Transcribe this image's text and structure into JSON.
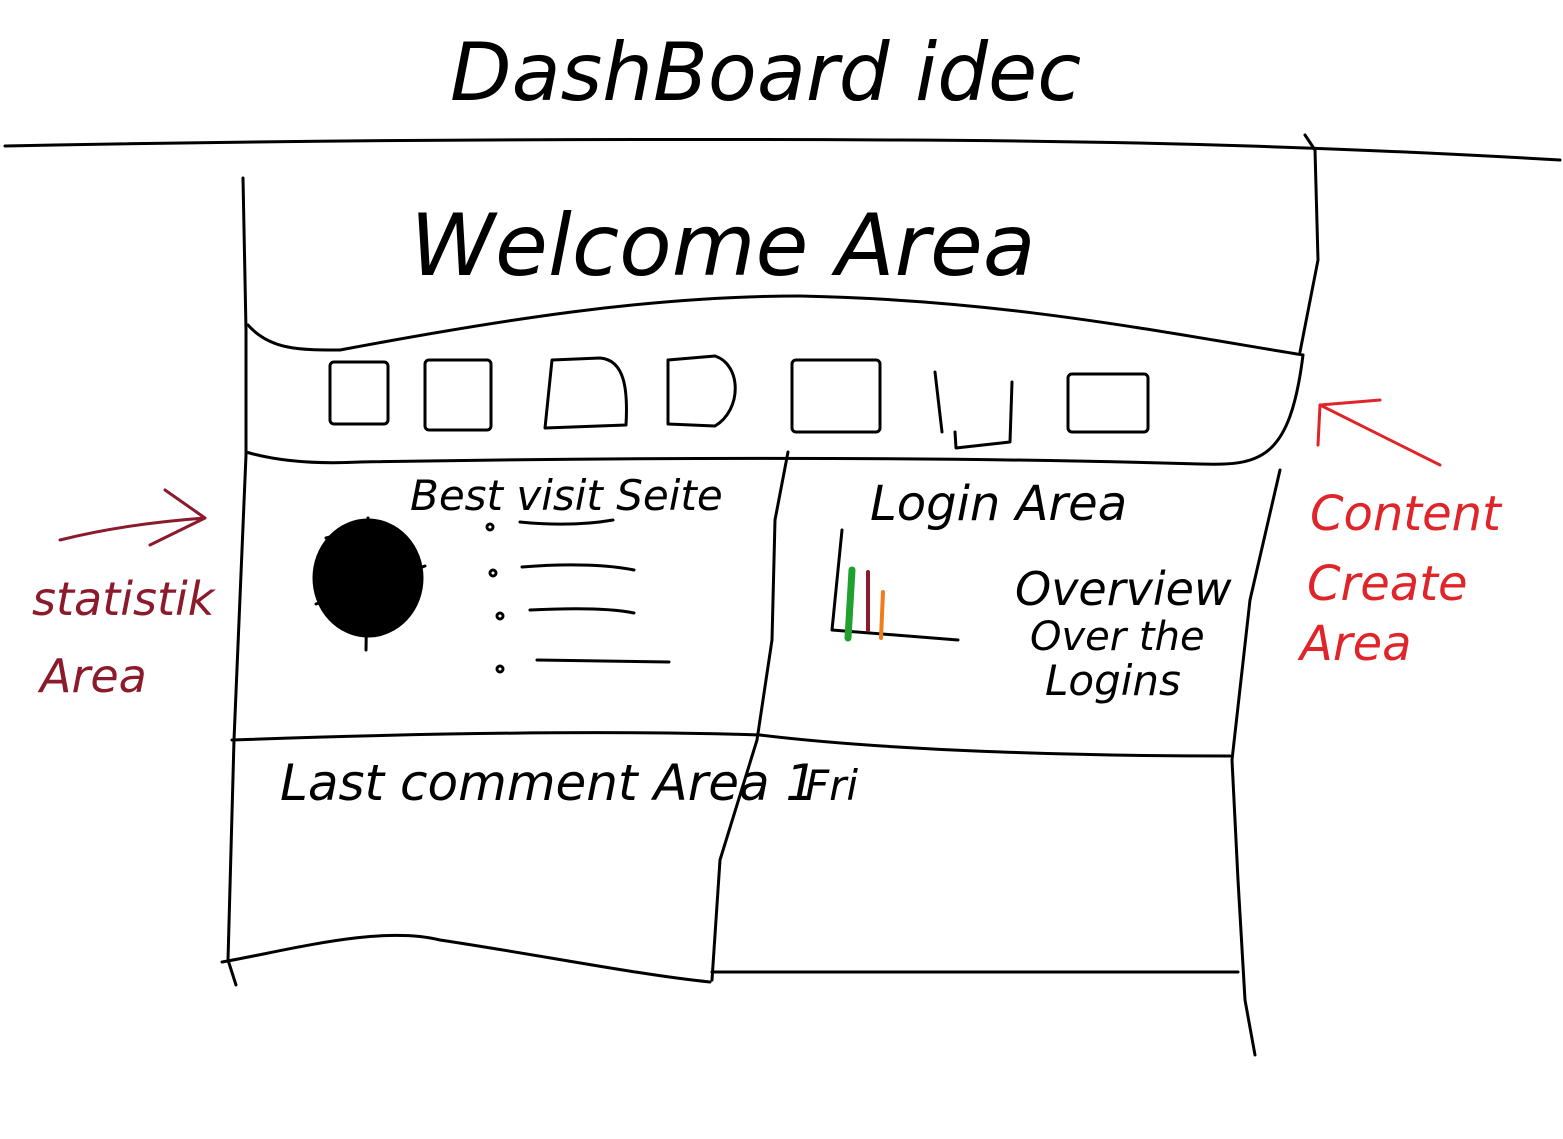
{
  "title": "DashBoard idec",
  "sections": {
    "welcome": "Welcome Area",
    "statistics_header": "Best visit Seite",
    "login_header": "Login Area",
    "login_overview": [
      "Overview",
      "Over the",
      "Logins"
    ],
    "last_comment": "Last comment Area 1",
    "fourth_panel": "Fri"
  },
  "annotations": {
    "statistic_area": [
      "statistik",
      "Area"
    ],
    "content_create_area": [
      "Content",
      "Create",
      "Area"
    ]
  },
  "quick_buttons_count": 7,
  "bar_chart_colors": [
    "#1fa02f",
    "#8b1a2b",
    "#f07d1c"
  ],
  "colors": {
    "ink": "#000000",
    "statistic_annotation": "#8b1a2b",
    "content_annotation": "#e0252a"
  }
}
